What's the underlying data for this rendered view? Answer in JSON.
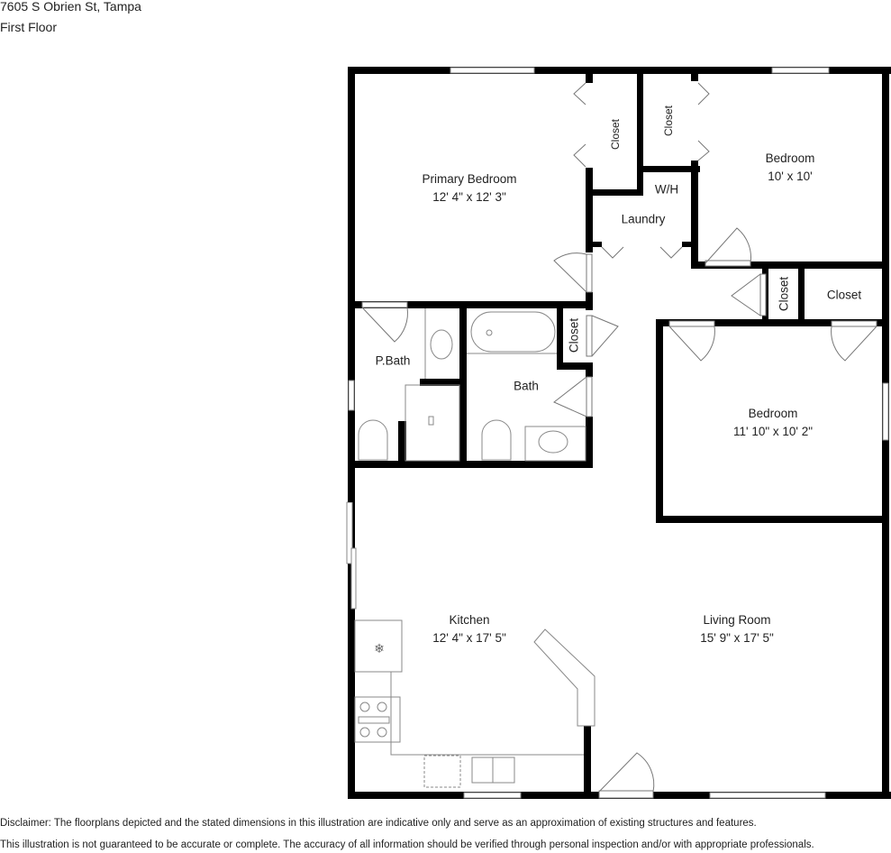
{
  "header": {
    "address": "7605 S Obrien St, Tampa",
    "floor": "First Floor"
  },
  "rooms": {
    "primary_bedroom": {
      "name": "Primary Bedroom",
      "dims": "12' 4\" x 12' 3\""
    },
    "bedroom_ne": {
      "name": "Bedroom",
      "dims": "10' x 10'"
    },
    "bedroom_e": {
      "name": "Bedroom",
      "dims": "11' 10\" x 10' 2\""
    },
    "kitchen": {
      "name": "Kitchen",
      "dims": "12' 4\" x 17' 5\""
    },
    "living_room": {
      "name": "Living Room",
      "dims": "15' 9\" x 17' 5\""
    },
    "laundry": {
      "name": "Laundry"
    },
    "water_heater": {
      "name": "W/H"
    },
    "p_bath": {
      "name": "P.Bath"
    },
    "bath": {
      "name": "Bath"
    },
    "closet_primary": {
      "name": "Closet"
    },
    "closet_ne": {
      "name": "Closet"
    },
    "closet_hall": {
      "name": "Closet"
    },
    "closet_bath": {
      "name": "Closet"
    },
    "closet_large": {
      "name": "Closet"
    }
  },
  "disclaimer": {
    "line1": "Disclaimer: The floorplans depicted and the stated dimensions in this illustration are indicative only and serve as an approximation of existing structures and features.",
    "line2": "This illustration is not guaranteed to be accurate or complete. The accuracy of all information should be verified through personal inspection and/or with appropriate professionals."
  },
  "colors": {
    "wall": "#000000",
    "fixture_line": "#777777",
    "background": "#ffffff"
  }
}
